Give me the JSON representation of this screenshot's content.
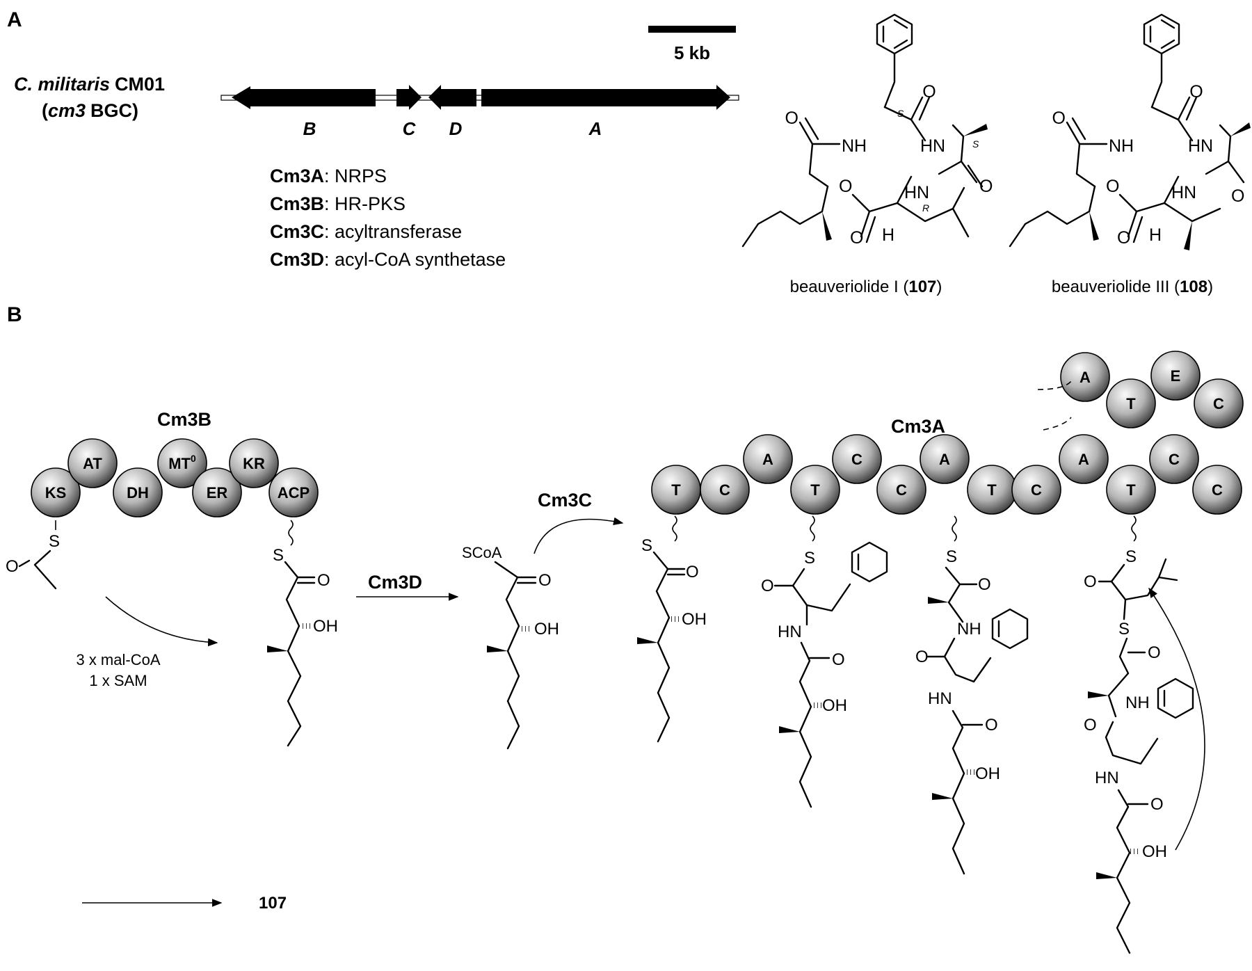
{
  "panel_a": {
    "label": "A",
    "organism": "C. militaris",
    "strain": "CM01",
    "cluster_name": "cm3",
    "cluster_suffix": "BGC)",
    "scale_bar": "5 kb",
    "genes": [
      "B",
      "C",
      "D",
      "A"
    ],
    "enzymes": [
      {
        "name": "Cm3A",
        "role": ": NRPS"
      },
      {
        "name": "Cm3B",
        "role": ": HR-PKS"
      },
      {
        "name": "Cm3C",
        "role": ": acyltransferase"
      },
      {
        "name": "Cm3D",
        "role": ": acyl-CoA synthetase"
      }
    ],
    "compounds": [
      {
        "name": "beauveriolide I (",
        "number": "107",
        "close": ")"
      },
      {
        "name": "beauveriolide III (",
        "number": "108",
        "close": ")"
      }
    ]
  },
  "panel_b": {
    "label": "B",
    "pks_name": "Cm3B",
    "pks_domains": [
      "KS",
      "AT",
      "DH",
      "MT",
      "ER",
      "KR",
      "ACP"
    ],
    "mt_superscript": "0",
    "nrps_name": "Cm3A",
    "nrps_domains_main": [
      "T",
      "C",
      "A",
      "T",
      "C",
      "C",
      "A",
      "T",
      "C",
      "A",
      "T",
      "C",
      "C"
    ],
    "nrps_domains_extra": [
      "A",
      "T",
      "E",
      "C"
    ],
    "step1_reagents": [
      "3 x mal-CoA",
      "1 x SAM"
    ],
    "step2_enzyme": "Cm3D",
    "step3_enzyme": "Cm3C",
    "final_product": "107"
  },
  "colors": {
    "domain_light": "#f4f4f4",
    "domain_dark": "#3a3a3a",
    "gene_fill": "#000000"
  }
}
